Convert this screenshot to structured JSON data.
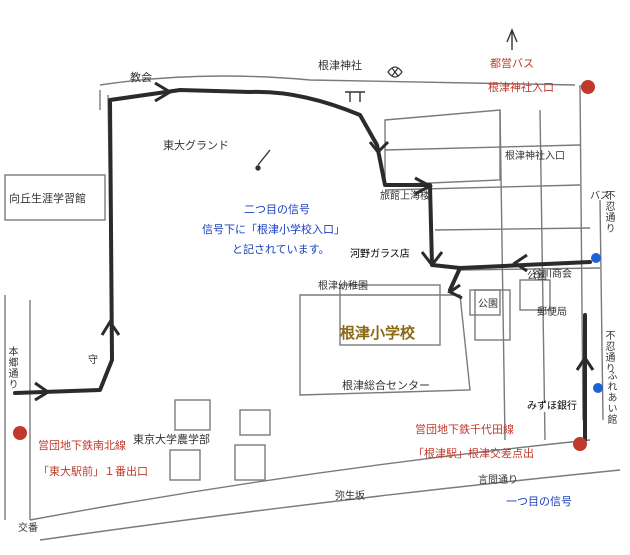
{
  "places": {
    "nezu_shrine": "根津神社",
    "church": "教会",
    "todai_ground": "東大グランド",
    "kojo_hall": "向丘生涯学習館",
    "nezu_shrine_entrance": "根津神社入口",
    "noshin_bus": "バス",
    "ryokan": "旅館上海楼",
    "kawano_glass": "河野ガラス店",
    "nezu_kindergarten": "根津幼稚園",
    "park1": "公園",
    "park2": "公園",
    "taniyama_shokai": "谷川商会",
    "post_office": "郵便局",
    "nezu_school": "根津小学校",
    "nezu_center": "根津総合センター",
    "mizuho_bank": "みずほ銀行",
    "fureai_hall": "ふれあい館",
    "fushinobu_street": "不忍通り",
    "fushinobu_street2": "不忍通り",
    "hongo_street": "本郷通り",
    "todai_agri": "東京大学農学部",
    "kototoi_street": "言問通り",
    "yayoi_zaka": "弥生坂",
    "koban": "交番",
    "mamoru": "守"
  },
  "annotations": {
    "signal2_line1": "二つ目の信号",
    "signal2_line2": "信号下に「根津小学校入口」",
    "signal2_line3": "と記されています。",
    "toei_bus_line1": "都営バス",
    "toei_bus_line2": "根津神社入口",
    "chiyoda_line1": "営団地下鉄千代田線",
    "chiyoda_line2": "「根津駅」根津交差点出",
    "namboku_line1": "営団地下鉄南北線",
    "namboku_line2": "「東大駅前」１番出口",
    "signal1": "一つ目の信号"
  },
  "colors": {
    "route": "#2b2b2b",
    "station_marker": "#c0392b",
    "signal_marker": "#1e63d6",
    "annotation_blue": "#1a3fbf",
    "annotation_red": "#c0392b",
    "school_label": "#8b6914",
    "map_lines": "#7a7a7a"
  },
  "icons": {
    "north_arrow": "compass-north-icon",
    "shrine_mark": "shrine-icon",
    "torii": "torii-icon",
    "baseball": "baseball-bat-icon"
  }
}
